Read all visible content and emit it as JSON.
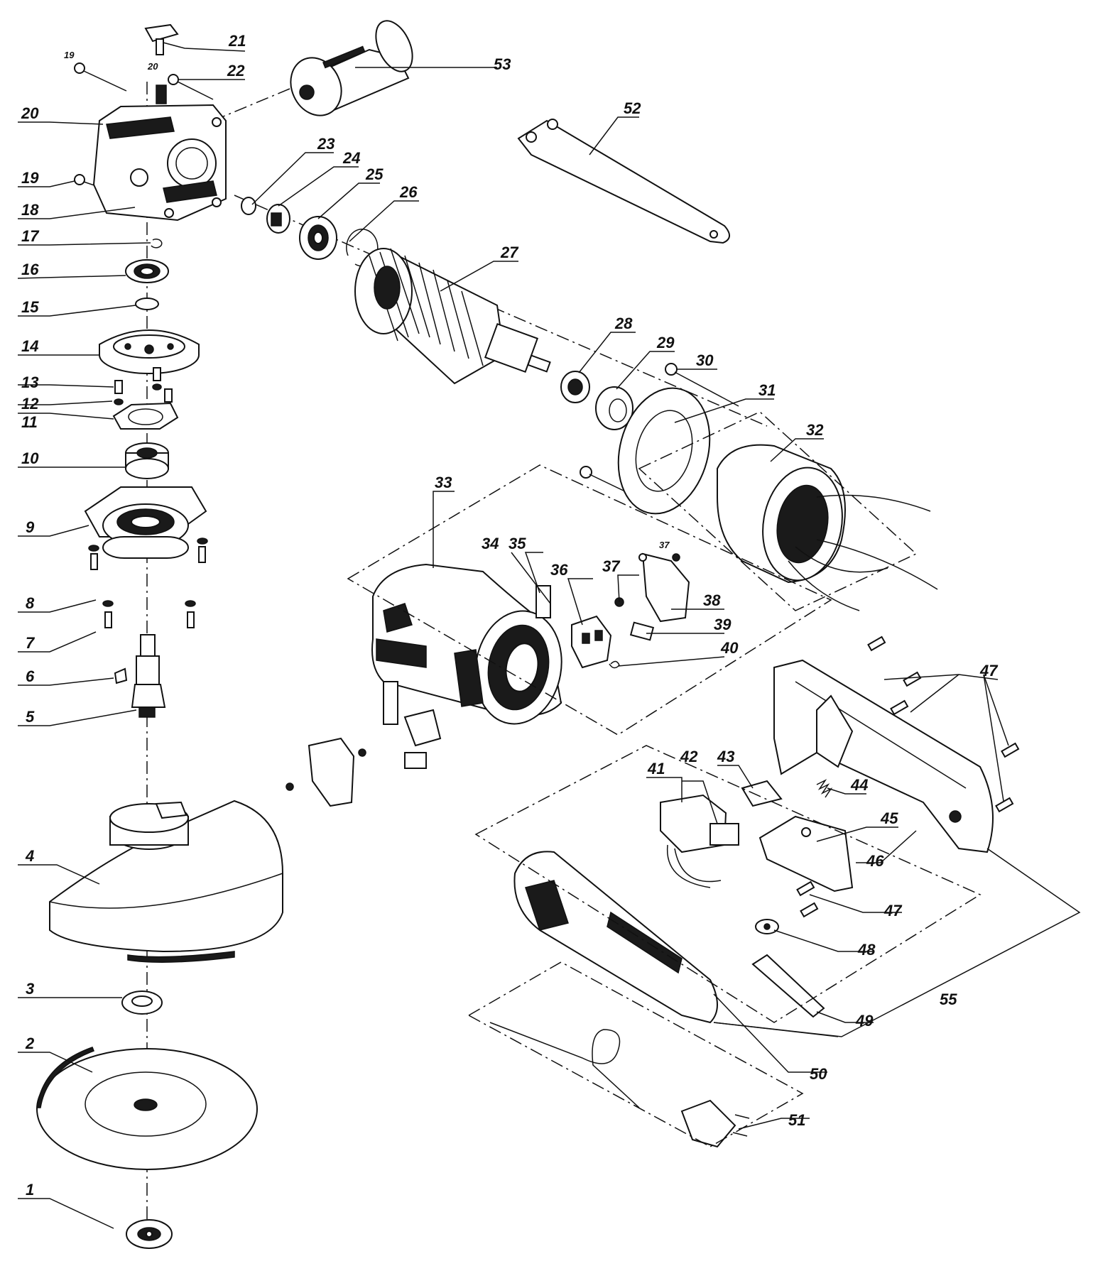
{
  "diagram": {
    "labels": {
      "p1": "1",
      "p2": "2",
      "p3": "3",
      "p4": "4",
      "p5": "5",
      "p6": "6",
      "p7": "7",
      "p8": "8",
      "p9": "9",
      "p10": "10",
      "p11": "11",
      "p12": "12",
      "p13": "13",
      "p14": "14",
      "p15": "15",
      "p16": "16",
      "p17": "17",
      "p18": "18",
      "p19a": "19",
      "p19b": "19",
      "p20a": "20",
      "p20b": "20",
      "p21": "21",
      "p22": "22",
      "p23": "23",
      "p24": "24",
      "p25": "25",
      "p26": "26",
      "p27": "27",
      "p28": "28",
      "p29": "29",
      "p30": "30",
      "p31": "31",
      "p32": "32",
      "p33": "33",
      "p34": "34",
      "p35": "35",
      "p36": "36",
      "p37a": "37",
      "p37b": "37",
      "p38": "38",
      "p39": "39",
      "p40": "40",
      "p41": "41",
      "p42": "42",
      "p43": "43",
      "p44": "44",
      "p45": "45",
      "p46": "46",
      "p47a": "47",
      "p47b": "47",
      "p48": "48",
      "p49": "49",
      "p50": "50",
      "p51": "51",
      "p52": "52",
      "p53": "53",
      "p55": "55"
    }
  }
}
